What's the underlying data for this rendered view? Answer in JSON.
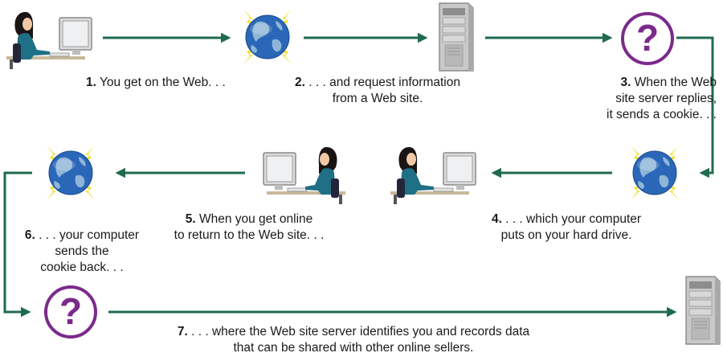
{
  "colors": {
    "arrow": "#1f6b4e",
    "question": "#7b2a8c",
    "globe_ocean": "#2b67b8",
    "globe_land": "#8fb6d8",
    "spark": "#f2e23a",
    "woman_shirt": "#1f6f86",
    "woman_hair": "#1b1414",
    "desk": "#c8b89a",
    "monitor": "#dcdcdc",
    "server": "#c9c9c9"
  },
  "icons": {
    "woman_at_computer": "woman-at-computer-icon",
    "globe": "globe-icon",
    "server": "server-tower-icon",
    "question": "question-mark-icon"
  },
  "steps": [
    {
      "num": "1.",
      "lines": [
        "You get on the Web. . ."
      ]
    },
    {
      "num": "2.",
      "lines": [
        ". . . and request information",
        "from a Web site."
      ]
    },
    {
      "num": "3.",
      "lines": [
        "When the Web",
        "site server replies,",
        "it sends a cookie. . ."
      ]
    },
    {
      "num": "4.",
      "lines": [
        ". . . which your computer",
        "puts on your hard drive."
      ]
    },
    {
      "num": "5.",
      "lines": [
        "When you get online",
        "to return to the Web site. . ."
      ]
    },
    {
      "num": "6.",
      "lines": [
        ". . . your computer",
        "sends the",
        "cookie back. . ."
      ]
    },
    {
      "num": "7.",
      "lines": [
        ". . . where the Web site server identifies you and records data",
        "that can be shared with other online sellers."
      ]
    }
  ]
}
